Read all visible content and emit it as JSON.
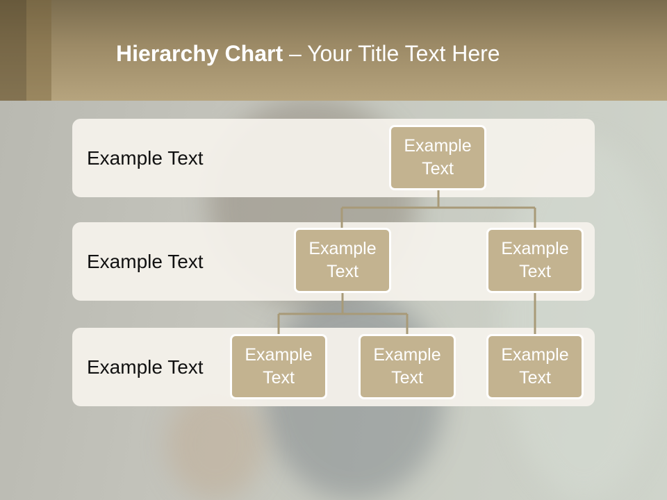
{
  "slide": {
    "title_bold": "Hierarchy Chart",
    "title_rest": " – Your Title Text Here"
  },
  "levels": [
    {
      "label": "Example Text"
    },
    {
      "label": "Example Text"
    },
    {
      "label": "Example Text"
    }
  ],
  "nodes": {
    "root": "Example Text",
    "level2_left": "Example Text",
    "level2_right": "Example Text",
    "level3_left": "Example Text",
    "level3_middle": "Example Text",
    "level3_right": "Example Text"
  },
  "colors": {
    "header": "#9c8a66",
    "node_fill": "#c3b390",
    "connector": "#a89a78",
    "band_fill": "#f5f2ec"
  }
}
